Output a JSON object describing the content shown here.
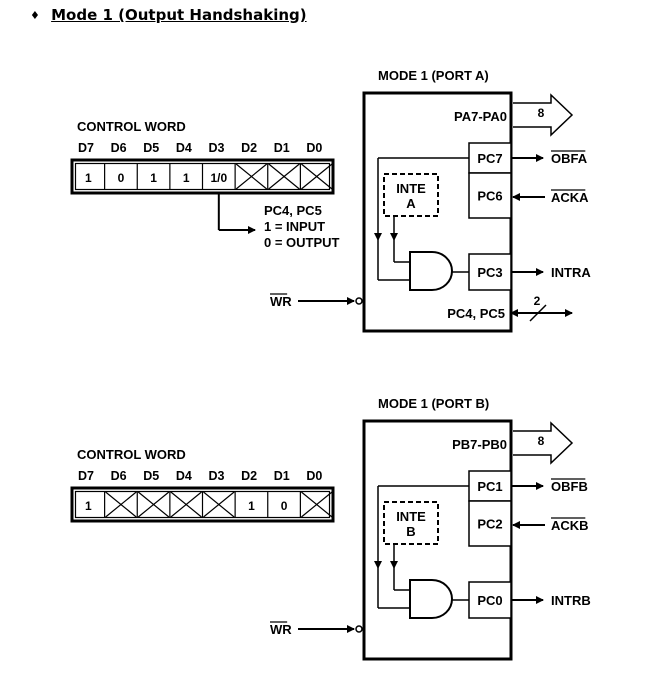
{
  "heading": {
    "bullet": "♦",
    "title": "Mode 1 (Output Handshaking)"
  },
  "diagrams": [
    {
      "mode_title": "MODE 1 (PORT A)",
      "control_word_title": "CONTROL WORD",
      "bit_labels": [
        "D7",
        "D6",
        "D5",
        "D4",
        "D3",
        "D2",
        "D1",
        "D0"
      ],
      "bit_values": [
        "1",
        "0",
        "1",
        "1",
        "1/0",
        "X",
        "X",
        "X"
      ],
      "note_lines": [
        "PC4, PC5",
        "1 = INPUT",
        "0 = OUTPUT"
      ],
      "wr_label": "WR",
      "port_label": "PA7-PA0",
      "bus_width": "8",
      "inte_lines": [
        "INTE",
        "A"
      ],
      "pins": {
        "obf": "PC7",
        "ack": "PC6",
        "intr": "PC3",
        "extra": "PC4, PC5"
      },
      "signals": {
        "obf": "OBFA",
        "ack": "ACKA",
        "intr": "INTRA",
        "extra_width": "2"
      }
    },
    {
      "mode_title": "MODE 1 (PORT B)",
      "control_word_title": "CONTROL WORD",
      "bit_labels": [
        "D7",
        "D6",
        "D5",
        "D4",
        "D3",
        "D2",
        "D1",
        "D0"
      ],
      "bit_values": [
        "1",
        "X",
        "X",
        "X",
        "X",
        "1",
        "0",
        "X"
      ],
      "wr_label": "WR",
      "port_label": "PB7-PB0",
      "bus_width": "8",
      "inte_lines": [
        "INTE",
        "B"
      ],
      "pins": {
        "obf": "PC1",
        "ack": "PC2",
        "intr": "PC0"
      },
      "signals": {
        "obf": "OBFB",
        "ack": "ACKB",
        "intr": "INTRB"
      }
    }
  ]
}
